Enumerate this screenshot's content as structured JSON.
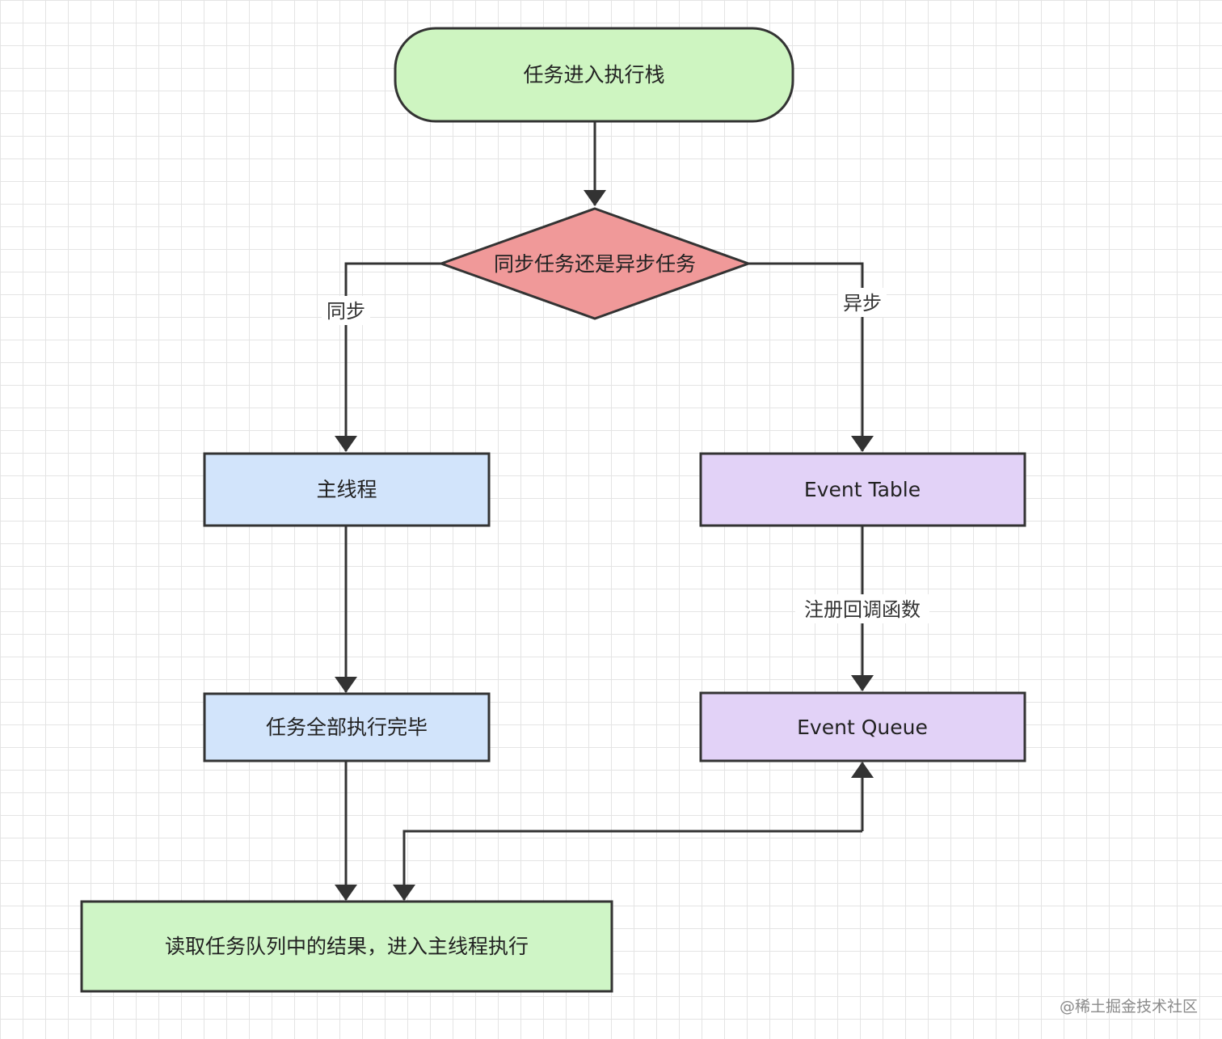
{
  "colors": {
    "start_fill": "#cef5c1",
    "decision_fill": "#f09999",
    "main_fill": "#d2e4fb",
    "event_fill": "#e2d2f7",
    "end_fill": "#cff5c6",
    "stroke": "#333333"
  },
  "nodes": {
    "start": "任务进入执行栈",
    "decision": "同步任务还是异步任务",
    "main_thread": "主线程",
    "all_done": "任务全部执行完毕",
    "event_table": "Event Table",
    "event_queue": "Event Queue",
    "read_queue": "读取任务队列中的结果，进入主线程执行"
  },
  "edge_labels": {
    "sync": "同步",
    "async": "异步",
    "register_callback": "注册回调函数"
  },
  "watermark": "@稀土掘金技术社区"
}
